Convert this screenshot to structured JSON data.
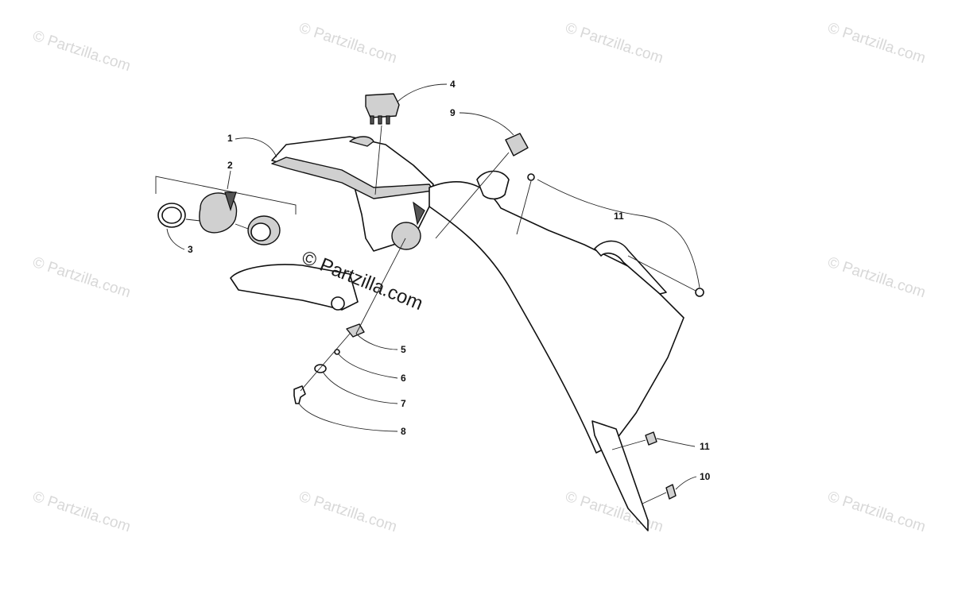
{
  "watermark": {
    "text": "© Partzilla.com"
  },
  "center_watermark": {
    "text": "© Partzilla.com"
  },
  "callouts": {
    "c1": "1",
    "c2": "2",
    "c3": "3",
    "c4": "4",
    "c5": "5",
    "c6": "6",
    "c7": "7",
    "c8": "8",
    "c9": "9",
    "c10": "10",
    "c11a": "11",
    "c11b": "11"
  },
  "colors": {
    "line": "#111111",
    "watermark": "#d8d8d8",
    "shade": "#d0d0d0"
  }
}
